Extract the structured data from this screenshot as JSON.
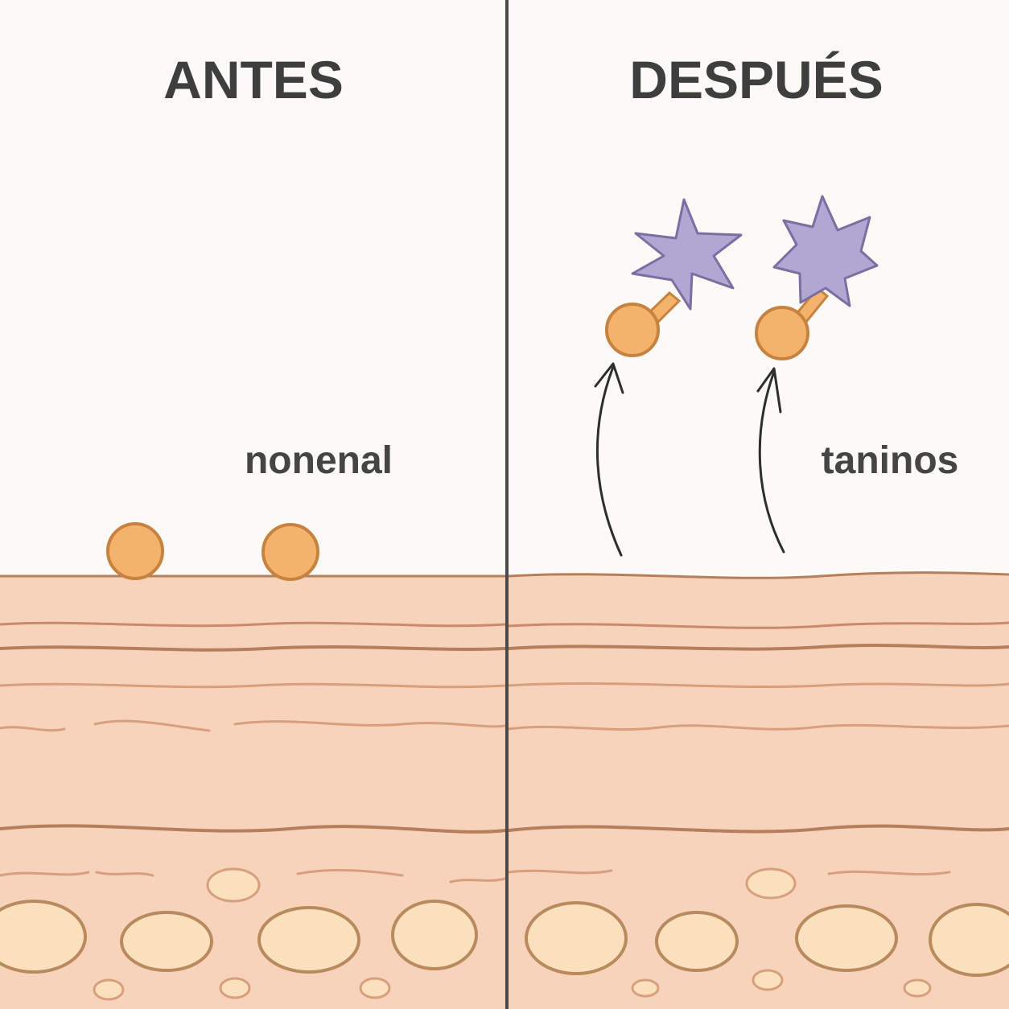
{
  "panels": {
    "left": {
      "title": "ANTES",
      "label": "nonenal"
    },
    "right": {
      "title": "DESPUÉS",
      "label": "taninos"
    }
  },
  "colors": {
    "background": "#fbfaf6",
    "divider": "#4a4a4a",
    "skin": "#f8d3bb",
    "skin_line_dark": "#b57f5c",
    "skin_line_light": "#d89f7c",
    "cell_fill": "#fbe0bd",
    "cell_stroke": "#b98a5e",
    "nonenal_fill": "#f3b36b",
    "nonenal_stroke": "#c8823f",
    "tannin_fill": "#b0a8d2",
    "tannin_stroke": "#7a6fa3",
    "arrow": "#2e2e2e"
  },
  "icons": {
    "nonenal_molecule": "orange-circle",
    "tannin_molecule": "purple-star",
    "binding_arrow": "curved-up-arrow"
  }
}
